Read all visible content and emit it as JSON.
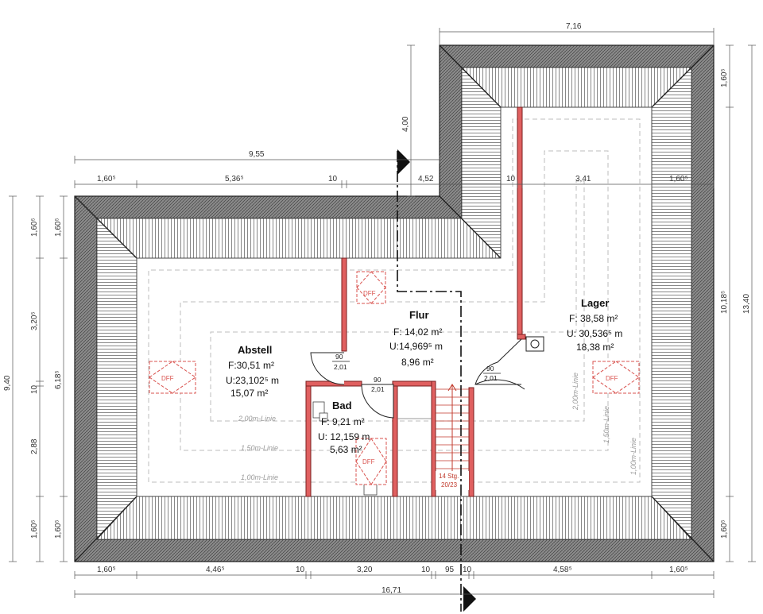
{
  "rooms": {
    "abstell": {
      "name": "Abstell",
      "floor": "F:30,51 m²",
      "perimeter": "U:23,102⁵ m",
      "area": "15,07 m²"
    },
    "flur": {
      "name": "Flur",
      "floor": "F: 14,02 m²",
      "perimeter": "U:14,969⁵ m",
      "area": "8,96 m²"
    },
    "lager": {
      "name": "Lager",
      "floor": "F: 38,58 m²",
      "perimeter": "U: 30,536⁵ m",
      "area": "18,38 m²"
    },
    "bad": {
      "name": "Bad",
      "floor": "F: 9,21 m²",
      "perimeter": "U: 12,159 m",
      "area": "5,63 m²"
    }
  },
  "doors": [
    {
      "width": "90",
      "height": "2,01"
    },
    {
      "width": "90",
      "height": "2,01"
    },
    {
      "width": "90",
      "height": "2,01"
    }
  ],
  "stair": {
    "steps": "14 Stg.",
    "ratio": "20/23"
  },
  "skylight_label": "DFF",
  "height_lines": {
    "l200_left": "2,00m-Linie",
    "l150_left": "1,50m-Linie",
    "l100_left": "1,00m-Linie",
    "l200_right": "2,00m-Linie",
    "l150_right": "1,50m-Linie",
    "l100_right": "1,00m-Linie"
  },
  "dimensions": {
    "top_total": "7,16",
    "upper_total": "9,55",
    "upper_chain": [
      "1,60⁵",
      "5,36⁵",
      "10",
      "4,52",
      "10",
      "3,41",
      "1,60⁵"
    ],
    "bottom_chain": [
      "1,60⁵",
      "4,46⁵",
      "10",
      "3,20",
      "10",
      "95",
      "10",
      "4,58⁵",
      "1,60⁵"
    ],
    "bottom_total": "16,71",
    "left_total": "9,40",
    "left_chain": [
      "1,60⁵",
      "3,20⁵",
      "10",
      "2,88",
      "1,60⁵"
    ],
    "left_inner": [
      "1,60⁵",
      "6,18⁵",
      "1,60⁵"
    ],
    "right_total": "13,40",
    "right_chain": [
      "1,60⁵",
      "10,18⁵",
      "1,60⁵"
    ],
    "wing_height": "4,00"
  },
  "colors": {
    "wall": "#e06060",
    "roof_dark": "#3a3a3a",
    "roof_line": "#555555",
    "dff": "#d9534f"
  }
}
